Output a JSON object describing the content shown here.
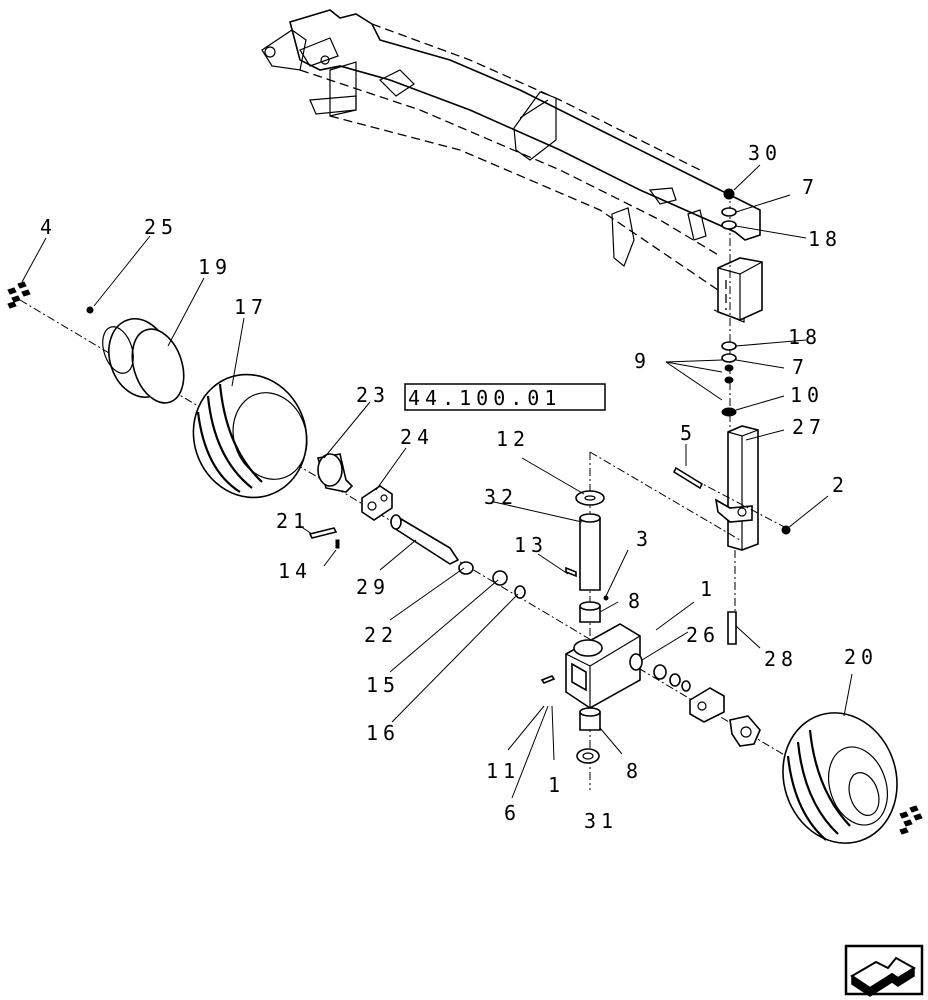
{
  "diagram": {
    "reference_box": "44.100.01",
    "callouts": [
      "30",
      "7",
      "18",
      "4",
      "25",
      "19",
      "17",
      "18",
      "9",
      "7",
      "23",
      "10",
      "24",
      "12",
      "5",
      "27",
      "2",
      "32",
      "21",
      "13",
      "3",
      "14",
      "29",
      "8",
      "1",
      "22",
      "26",
      "28",
      "20",
      "15",
      "16",
      "11",
      "8",
      "1",
      "6",
      "31"
    ]
  },
  "nav": {
    "next_icon": "arrow-next-icon"
  }
}
